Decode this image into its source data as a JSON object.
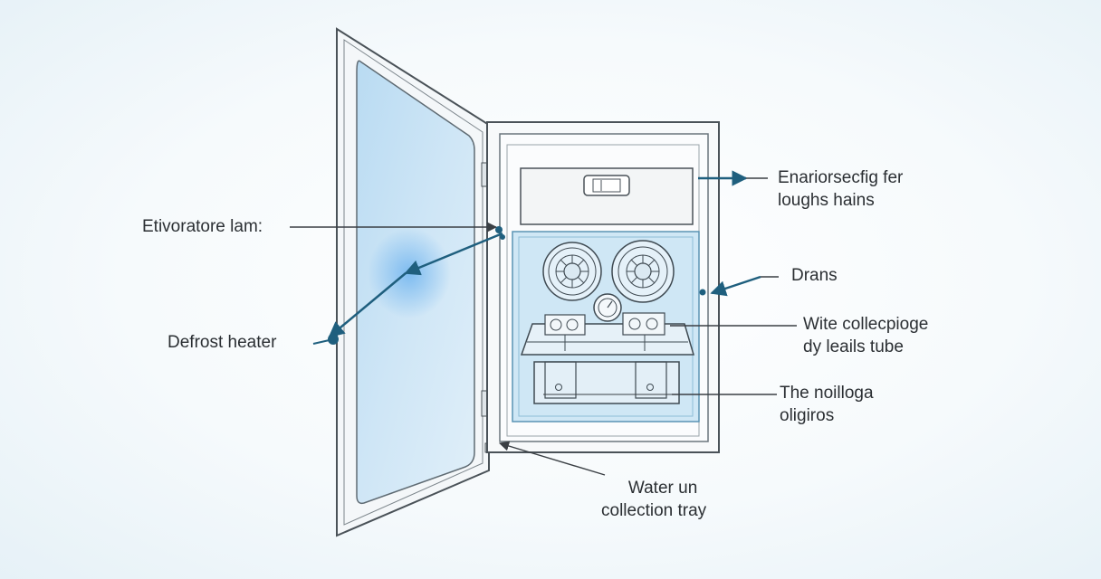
{
  "labels": {
    "evaporator_fan": "Etivoratore lam:",
    "defrost_heater": "Defrost heater",
    "top_right": {
      "line1": "Enariorsecfig fer",
      "line2": "loughs hains"
    },
    "drains": "Drans",
    "collection_tube": {
      "line1": "Wite collecpioge",
      "line2": "dy leails tube"
    },
    "right_bottom": {
      "line1": "The noilloga",
      "line2": "oligiros"
    },
    "water_tray": {
      "line1": "Water un",
      "line2": "collection tray"
    }
  },
  "colors": {
    "arrow": "#1f5f7e",
    "leader": "#3a3f44",
    "outline": "#3f4a52",
    "ice_blue": "#cfe7f5",
    "door_blue": "#bcdcf1"
  }
}
